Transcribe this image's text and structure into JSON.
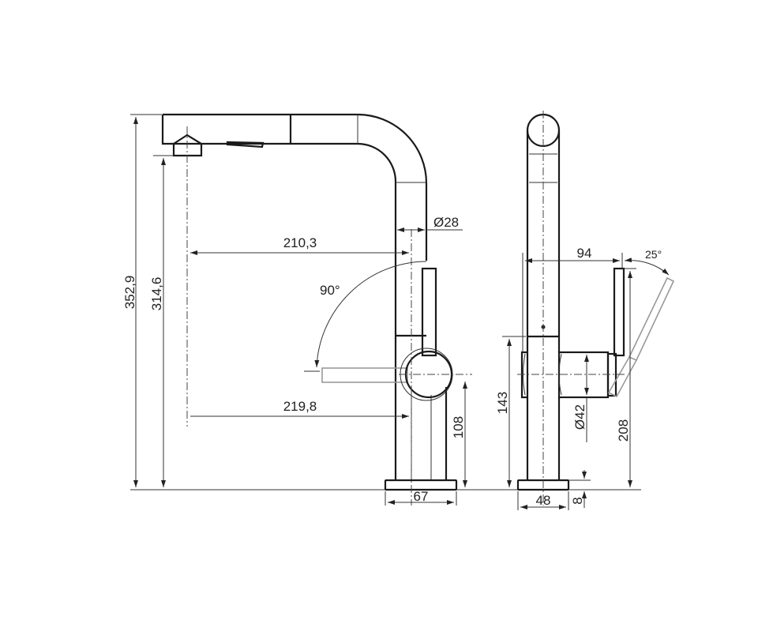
{
  "title": "Faucet dimension drawing",
  "front_view": {
    "height_total": "352,9",
    "height_outlet": "314,6",
    "reach_axis": "210,3",
    "reach_lever": "219,8",
    "spout_diameter": "Ø28",
    "lever_angle": "90°",
    "body_height": "108",
    "base_width": "67"
  },
  "side_view": {
    "lever_offset": "94",
    "lever_angle": "25°",
    "body_axis_height": "143",
    "body_diameter": "Ø42",
    "lever_height": "208",
    "base_width": "48",
    "base_height": "8"
  }
}
